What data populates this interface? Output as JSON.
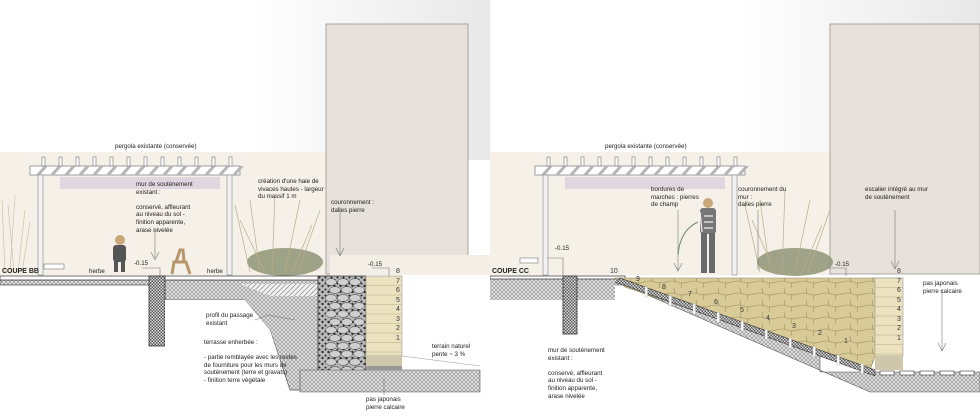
{
  "colors": {
    "background": "#ffffff",
    "wall_face": "#e6e2db",
    "garden_wash": "#f5f1e8",
    "hatch": "#8a8a8a",
    "stone": "#d8cb98",
    "steps": "#ece2bf",
    "grass": "#9a9a78",
    "line": "#333333"
  },
  "section_bb": {
    "title": "COUPE BB",
    "pergola_label": "pergola existante (conservée)",
    "labels": {
      "retaining_wall": "mur de soutènement\nexistant :\n\nconservé, affleurant\nau niveau du sol -\nfinition apparente,\narase nivelée",
      "hedge": "création d'une haie de\nvivaces hautes - largeur\ndu massif 1 m",
      "coping": "couronnement :\ndalles pierre",
      "grass_left": "herbe",
      "grass_right": "herbe",
      "level_left": "-0.15",
      "level_right": "-0.15",
      "passage_profile": "profil du passage\nexistant",
      "terrace": "terrasse enherbée :\n\n- partie remblayée avec les restes\nde fourniture pour les murs de\nsoutènement (terre et gravats)\n- finition terre végétale",
      "natural_ground": "terrain naturel\npente ~ 3 %",
      "stepping_stones": "pas japonais\npierre calcaire"
    },
    "step_numbers": [
      "8",
      "7",
      "6",
      "5",
      "4",
      "3",
      "2",
      "1"
    ]
  },
  "section_cc": {
    "title": "COUPE CC",
    "pergola_label": "pergola existante (conservée)",
    "labels": {
      "step_edges": "bordures de\nmarches : pierres\nde champ",
      "wall_coping": "couronnement du\nmur :\ndalles pierre",
      "stair": "escalier intégré au mur\nde soutènement",
      "level_left": "-0.15",
      "level_right": "-0.15",
      "retaining_wall": "mur de soutènement\nexistant :\n\nconservé, affleurant\nau niveau du sol -\nfinition apparente,\narase nivelée",
      "stepping_stones": "pas japonais\npierre calcaire"
    },
    "stair_numbers": [
      "10",
      "9",
      "8",
      "7",
      "6",
      "5",
      "4",
      "3",
      "2",
      "1"
    ],
    "step_numbers": [
      "8",
      "7",
      "6",
      "5",
      "4",
      "3",
      "2",
      "1"
    ]
  }
}
